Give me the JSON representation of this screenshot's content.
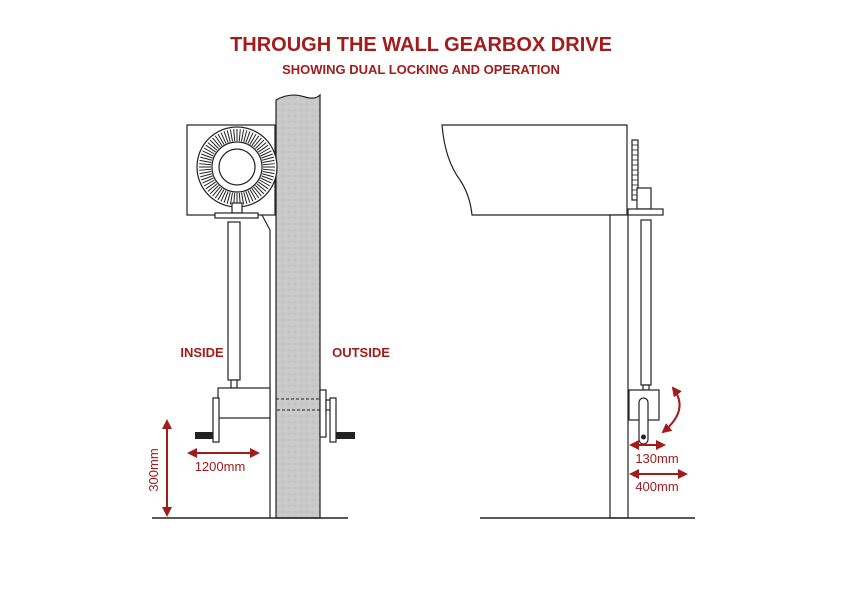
{
  "title": "THROUGH THE WALL GEARBOX DRIVE",
  "subtitle": "SHOWING DUAL LOCKING AND OPERATION",
  "labels": {
    "inside": "INSIDE",
    "outside": "OUTSIDE"
  },
  "dimensions": {
    "height_from_ground": "300mm",
    "inside_clearance": "1200mm",
    "side_clearance_small": "130mm",
    "side_clearance_large": "400mm"
  },
  "colors": {
    "accent": "#a31c1c",
    "wall": "#c9c9c9",
    "line": "#222222"
  }
}
